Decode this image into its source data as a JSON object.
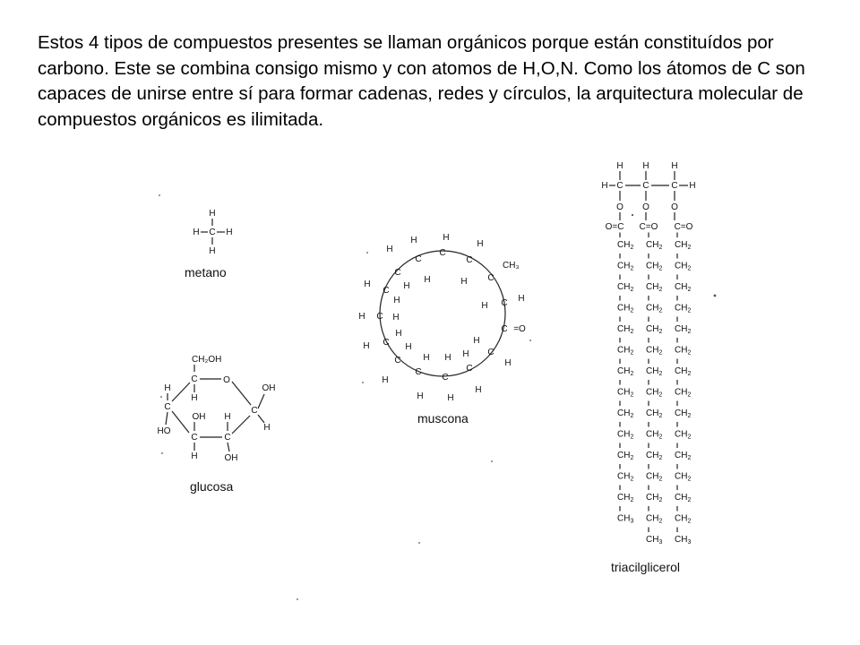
{
  "intro_text": "Estos 4 tipos de compuestos presentes se llaman orgánicos porque están constituídos por carbono. Este se combina consigo mismo y con atomos de H,O,N. Como los átomos de C son capaces de unirse entre sí para formar cadenas, redes y círculos, la arquitectura molecular de compuestos orgánicos es ilimitada.",
  "molecules": {
    "metano": {
      "caption": "metano"
    },
    "glucosa": {
      "caption": "glucosa",
      "group_ch2oh": "CH₂OH"
    },
    "muscona": {
      "caption": "muscona",
      "group_ch3": "CH₃"
    },
    "triacilglicerol": {
      "caption": "triacilglicerol",
      "chain_lengths": [
        14,
        15,
        15
      ]
    }
  },
  "colors": {
    "text": "#000000",
    "bond": "#222222",
    "background": "#ffffff"
  }
}
